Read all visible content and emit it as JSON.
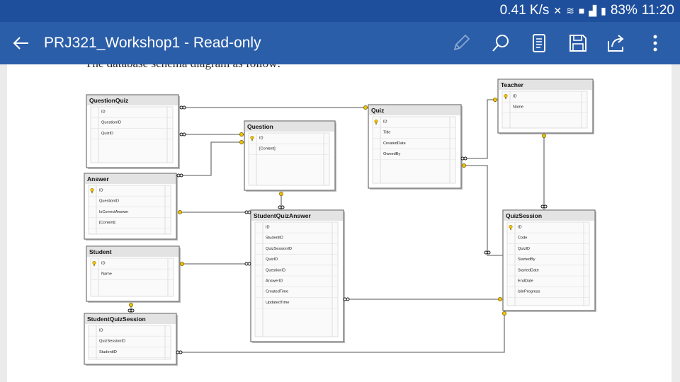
{
  "status_bar": {
    "speed": "0.41 K/s",
    "battery": "83%",
    "time": "11:20",
    "icons": [
      "mute-icon",
      "wifi-icon",
      "notification-icon",
      "signal-icon",
      "battery-icon"
    ]
  },
  "app_bar": {
    "title": "PRJ321_Workshop1 - Read-only",
    "color": "#2b5ea8",
    "tools": [
      "back-icon",
      "edit-pencil-icon",
      "search-icon",
      "reading-view-icon",
      "save-icon",
      "share-icon",
      "more-icon"
    ]
  },
  "document": {
    "caption": "The database schema diagram as follow:",
    "tables": [
      {
        "name": "QuestionQuiz",
        "columns": [
          "ID",
          "QuestionID",
          "QuizID"
        ],
        "key": null
      },
      {
        "name": "Question",
        "columns": [
          "ID",
          "[Content]"
        ],
        "key": "ID"
      },
      {
        "name": "Quiz",
        "columns": [
          "ID",
          "Title",
          "CreatedDate",
          "OwnedBy"
        ],
        "key": "ID"
      },
      {
        "name": "Teacher",
        "columns": [
          "ID",
          "Name"
        ],
        "key": "ID"
      },
      {
        "name": "Answer",
        "columns": [
          "ID",
          "QuestionID",
          "IsCorrectAnswer",
          "[Content]"
        ],
        "key": "ID"
      },
      {
        "name": "StudentQuizAnswer",
        "columns": [
          "ID",
          "StudentID",
          "QuizSessionID",
          "QuizID",
          "QuestionID",
          "AnswerID",
          "CreatedTime",
          "UpdatedTime"
        ],
        "key": null
      },
      {
        "name": "QuizSession",
        "columns": [
          "ID",
          "Code",
          "QuizID",
          "StartedBy",
          "StartedDate",
          "EndDate",
          "IsInProgress"
        ],
        "key": "ID"
      },
      {
        "name": "Student",
        "columns": [
          "ID",
          "Name"
        ],
        "key": "ID"
      },
      {
        "name": "StudentQuizSession",
        "columns": [
          "ID",
          "QuizSessionID",
          "StudentID"
        ],
        "key": null
      }
    ]
  }
}
